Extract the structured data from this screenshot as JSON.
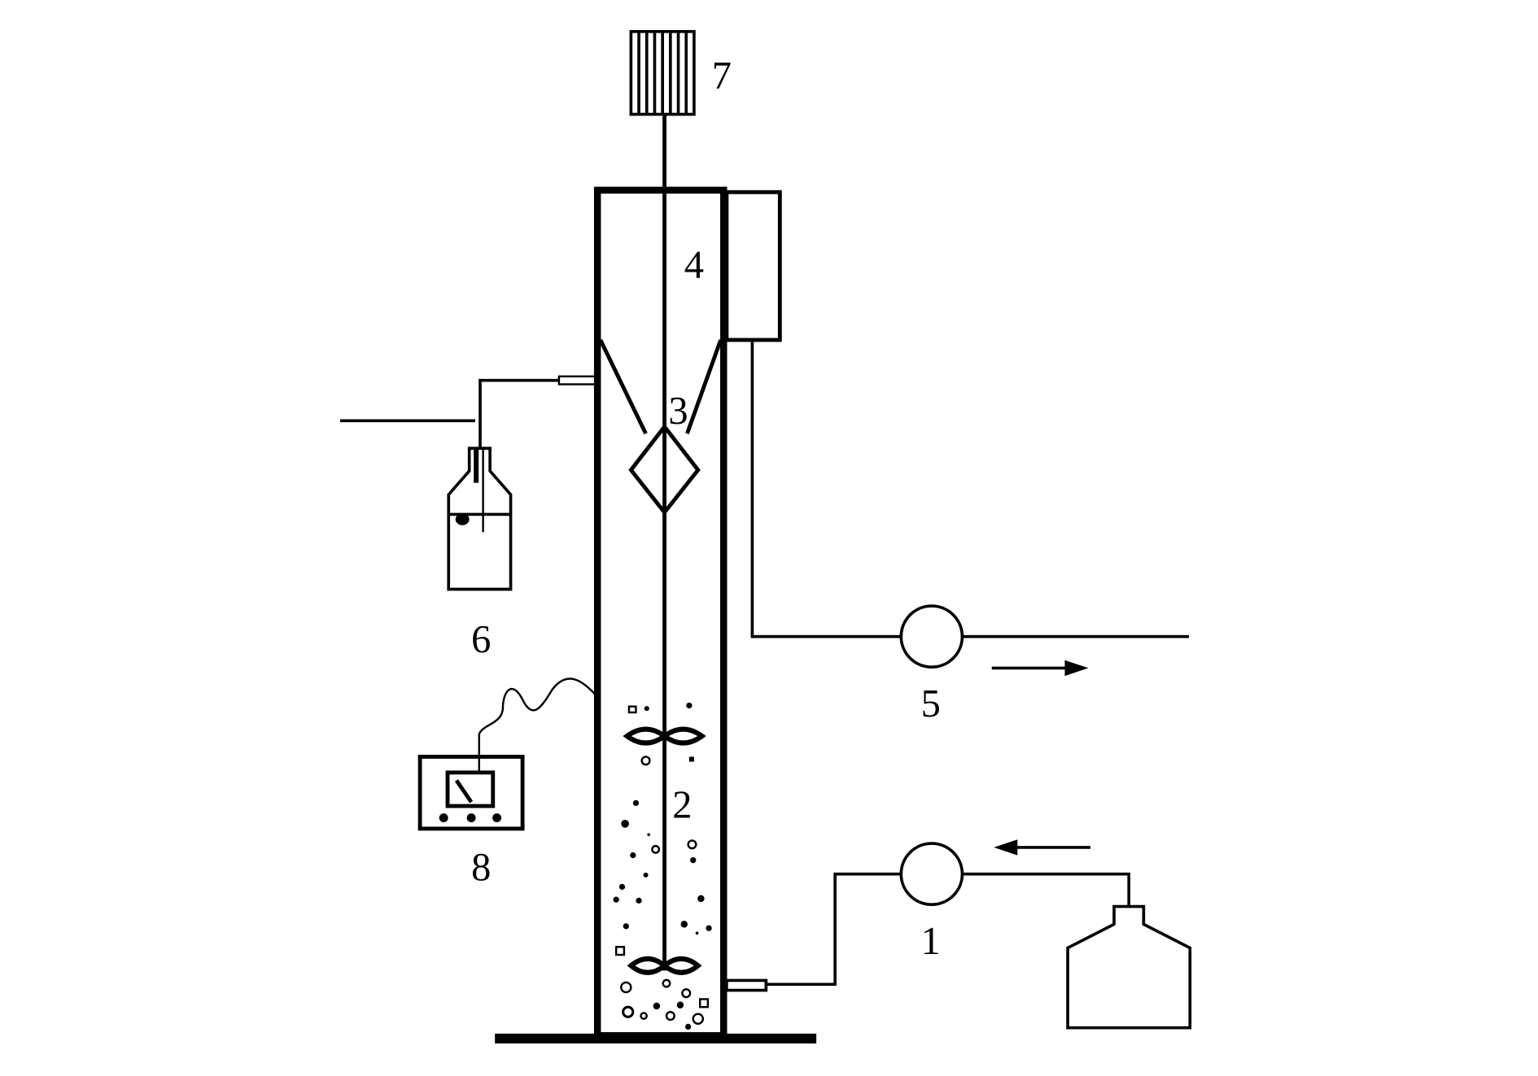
{
  "labels": {
    "influent_pump": "1",
    "reactor_zone": "2",
    "separator": "3",
    "settling_zone": "4",
    "effluent_pump": "5",
    "gas_collection_bottle": "6",
    "motor": "7",
    "meter": "8"
  },
  "colors": {
    "line": "#000000",
    "background": "#ffffff"
  }
}
